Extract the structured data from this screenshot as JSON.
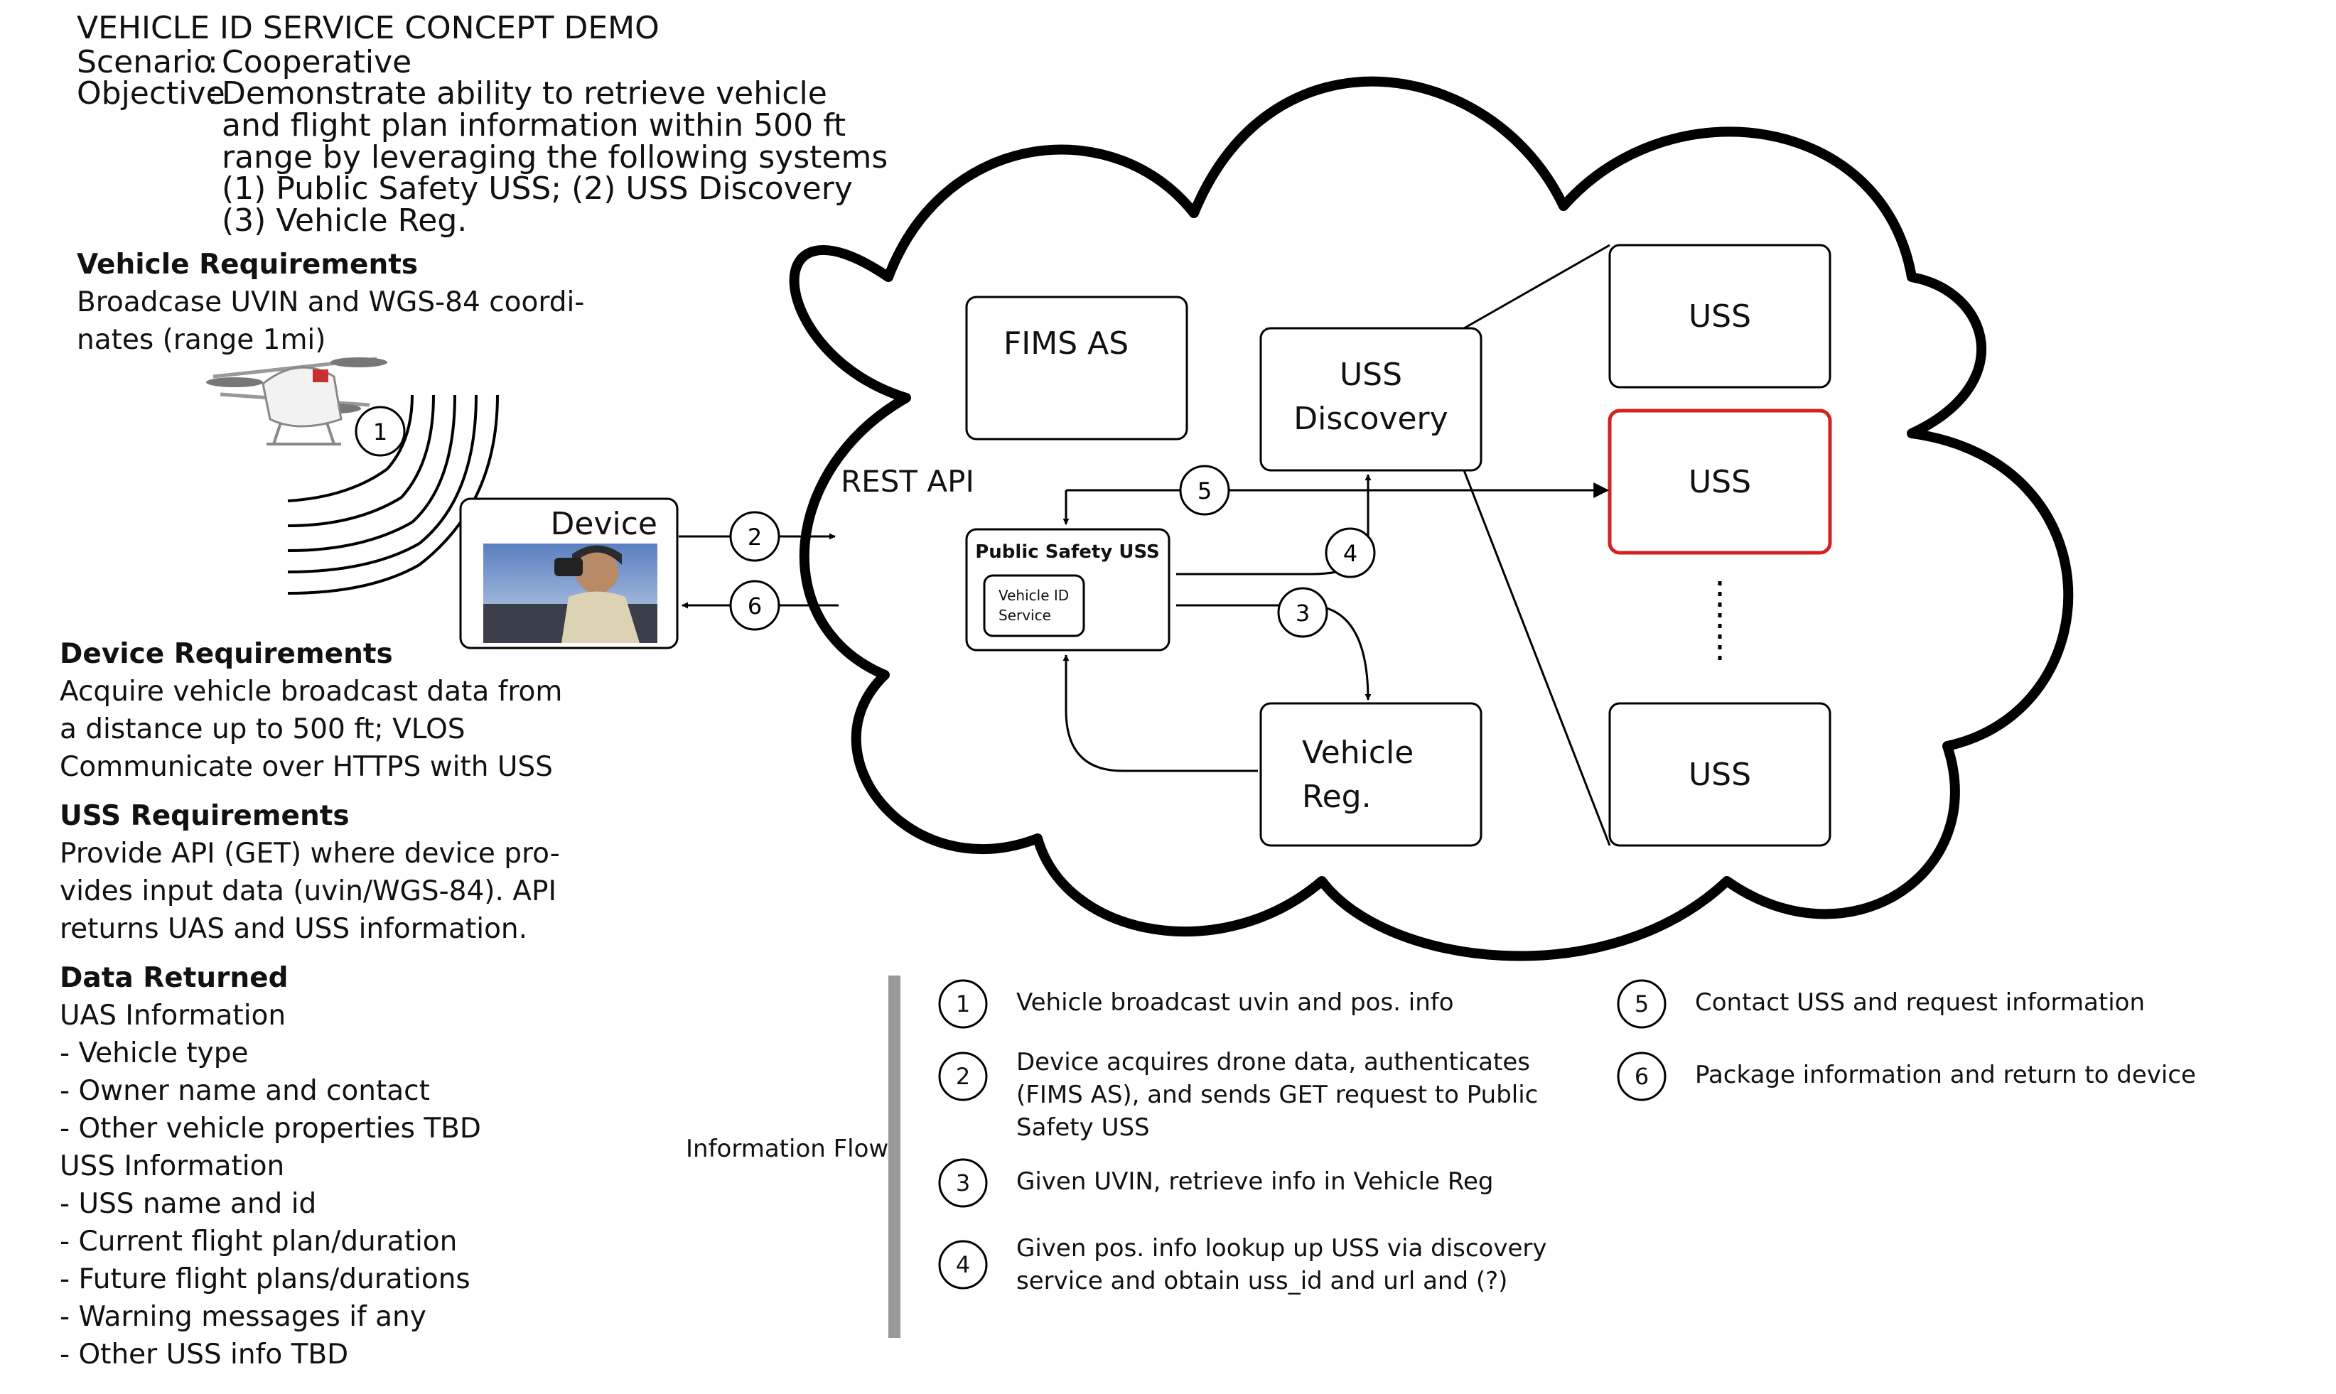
{
  "header": {
    "title": "VEHICLE ID SERVICE CONCEPT DEMO",
    "scenario_label": "Scenario",
    "scenario_sep": ":",
    "scenario_value": "Cooperative",
    "objective_label": "Objective",
    "objective_sep": ":",
    "objective_lines": [
      "Demonstrate ability to retrieve vehicle",
      "and flight plan information within 500 ft",
      "range by leveraging the following systems",
      "(1) Public Safety USS; (2) USS Discovery",
      "(3) Vehicle Reg."
    ]
  },
  "vehicle_req": {
    "title": "Vehicle Requirements",
    "lines": [
      "Broadcase UVIN and WGS-84 coordi-",
      "nates (range 1mi)"
    ]
  },
  "device_req": {
    "title": "Device Requirements",
    "lines": [
      "Acquire vehicle broadcast data from",
      "a distance up to 500 ft; VLOS",
      "Communicate over HTTPS with USS"
    ]
  },
  "uss_req": {
    "title": "USS Requirements",
    "lines": [
      "Provide API (GET) where device pro-",
      "vides input data (uvin/WGS-84).  API",
      "returns UAS and USS information."
    ]
  },
  "data_returned": {
    "title": "Data Returned",
    "uas_title": "UAS Information",
    "uas_items": [
      " - Vehicle type",
      " - Owner name and contact",
      " - Other vehicle properties TBD"
    ],
    "uss_title": "USS Information",
    "uss_items": [
      " - USS name and id",
      " - Current flight plan/duration",
      " - Future flight plans/durations",
      " - Warning messages if any",
      " - Other USS info TBD"
    ]
  },
  "diagram": {
    "device_label": "Device",
    "rest_api_label": "REST API",
    "fims_label": "FIMS AS",
    "uss_discovery_lines": [
      "USS",
      "Discovery"
    ],
    "public_safety_label": "Public Safety USS",
    "vehicle_id_lines": [
      "Vehicle ID",
      "Service"
    ],
    "vehicle_reg_lines": [
      "Vehicle",
      "Reg."
    ],
    "uss_labels": [
      "USS",
      "USS",
      "USS"
    ],
    "step_numbers": [
      "1",
      "2",
      "3",
      "4",
      "5",
      "6"
    ],
    "highlight_color": "#d42020"
  },
  "legend": {
    "title": "Information Flow",
    "steps": [
      {
        "num": "1",
        "lines": [
          "Vehicle broadcast uvin and pos. info"
        ]
      },
      {
        "num": "2",
        "lines": [
          "Device acquires drone data, authenticates",
          "(FIMS AS), and sends GET request to Public",
          "Safety USS"
        ]
      },
      {
        "num": "3",
        "lines": [
          "Given UVIN, retrieve info in Vehicle Reg"
        ]
      },
      {
        "num": "4",
        "lines": [
          "Given pos. info lookup up USS via discovery",
          "service and obtain uss_id and url and (?)"
        ]
      },
      {
        "num": "5",
        "lines": [
          "Contact USS and request information"
        ]
      },
      {
        "num": "6",
        "lines": [
          "Package information and return to device"
        ]
      }
    ]
  }
}
